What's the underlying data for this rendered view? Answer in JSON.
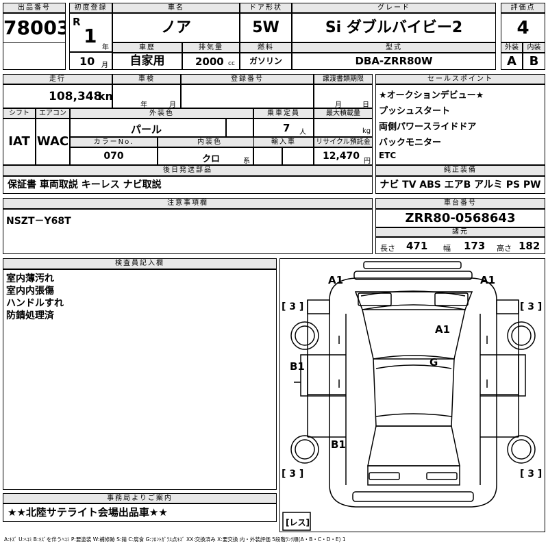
{
  "labels": {
    "lot_no": "出品番号",
    "first_reg": "初度登録",
    "car_name": "車名",
    "door": "ドア形状",
    "grade": "グレード",
    "score": "評価点",
    "history": "車歴",
    "displacement": "排気量",
    "fuel": "燃料",
    "model_code": "型式",
    "exterior": "外装",
    "interior": "内装",
    "mileage": "走行",
    "inspection": "車検",
    "reg_no": "登録番号",
    "transfer": "譲渡書類期限",
    "selling_points": "セールスポイント",
    "shift": "シフト",
    "ac": "エアコン",
    "ext_color": "外装色",
    "capacity": "乗車定員",
    "max_load": "最大積載量",
    "color_no": "カラーNo.",
    "int_color": "内装色",
    "import": "輸入車",
    "recycle": "リサイクル預託金",
    "later_parts": "後日発送部品",
    "genuine_equipment": "純正装備",
    "notes": "注意事項欄",
    "chassis": "車台番号",
    "specs": "諸元",
    "inspector": "検査員記入欄",
    "office": "事務局よりご案内",
    "year_suffix": "年",
    "month_suffix": "月",
    "cc": "cc",
    "km": "km",
    "persons": "人",
    "kg": "kg",
    "yen": "円",
    "kei": "系",
    "len": "長さ",
    "wid": "幅",
    "hgt": "高さ"
  },
  "values": {
    "lot_no": "78003",
    "era": "R",
    "reg_year": "1",
    "reg_month": "10",
    "car_name": "ノア",
    "door": "5W",
    "grade": "Si ダブルバイビー2",
    "score": "4",
    "history": "自家用",
    "displacement": "2000",
    "fuel": "ガソリン",
    "model_code": "DBA-ZRR80W",
    "exterior_grade": "A",
    "interior_grade": "B",
    "mileage": "108,348",
    "ext_color": "パール",
    "capacity": "7",
    "shift": "IAT",
    "ac": "WAC",
    "color_no": "070",
    "int_color": "クロ",
    "recycle": "12,470",
    "later_parts": "保証書 車両取説 キーレス ナビ取説",
    "notes": "NSZT－Y68T",
    "chassis": "ZRR80-0568643",
    "length": "471",
    "width": "173",
    "height": "182",
    "office_note": "★★北陸サテライト会場出品車★★"
  },
  "selling_points": [
    "★オークションデビュー★",
    "プッシュスタート",
    "両側パワースライドドア",
    "バックモニター",
    "ETC"
  ],
  "equipment": [
    "ナビ",
    "TV",
    "ABS",
    "エアB",
    "アルミ",
    "PS",
    "PW"
  ],
  "inspector_notes": [
    "室内薄汚れ",
    "室内内張傷",
    "ハンドルすれ",
    "防錆処理済"
  ],
  "diagram": {
    "marks": [
      "A1",
      "A1",
      "A1",
      "G",
      "B1",
      "B1"
    ],
    "tires": [
      "[ 3 ]",
      "[ 3 ]",
      "[ 3 ]",
      "[ 3 ]"
    ],
    "spare": "[レス]"
  },
  "legend": "A:ｷｽﾞ U:ﾍｺﾐ B:ｷｽﾞを伴うﾍｺﾐ P:要塗装 W:補修跡 S:錆 C:腐食 G:ﾌﾛﾝﾄｶﾞﾗｽ点ｷｽﾞ XX:交換済み X:要交換 内・外装評価 5段階ﾗﾝｸ順(A・B・C・D・E) 1"
}
